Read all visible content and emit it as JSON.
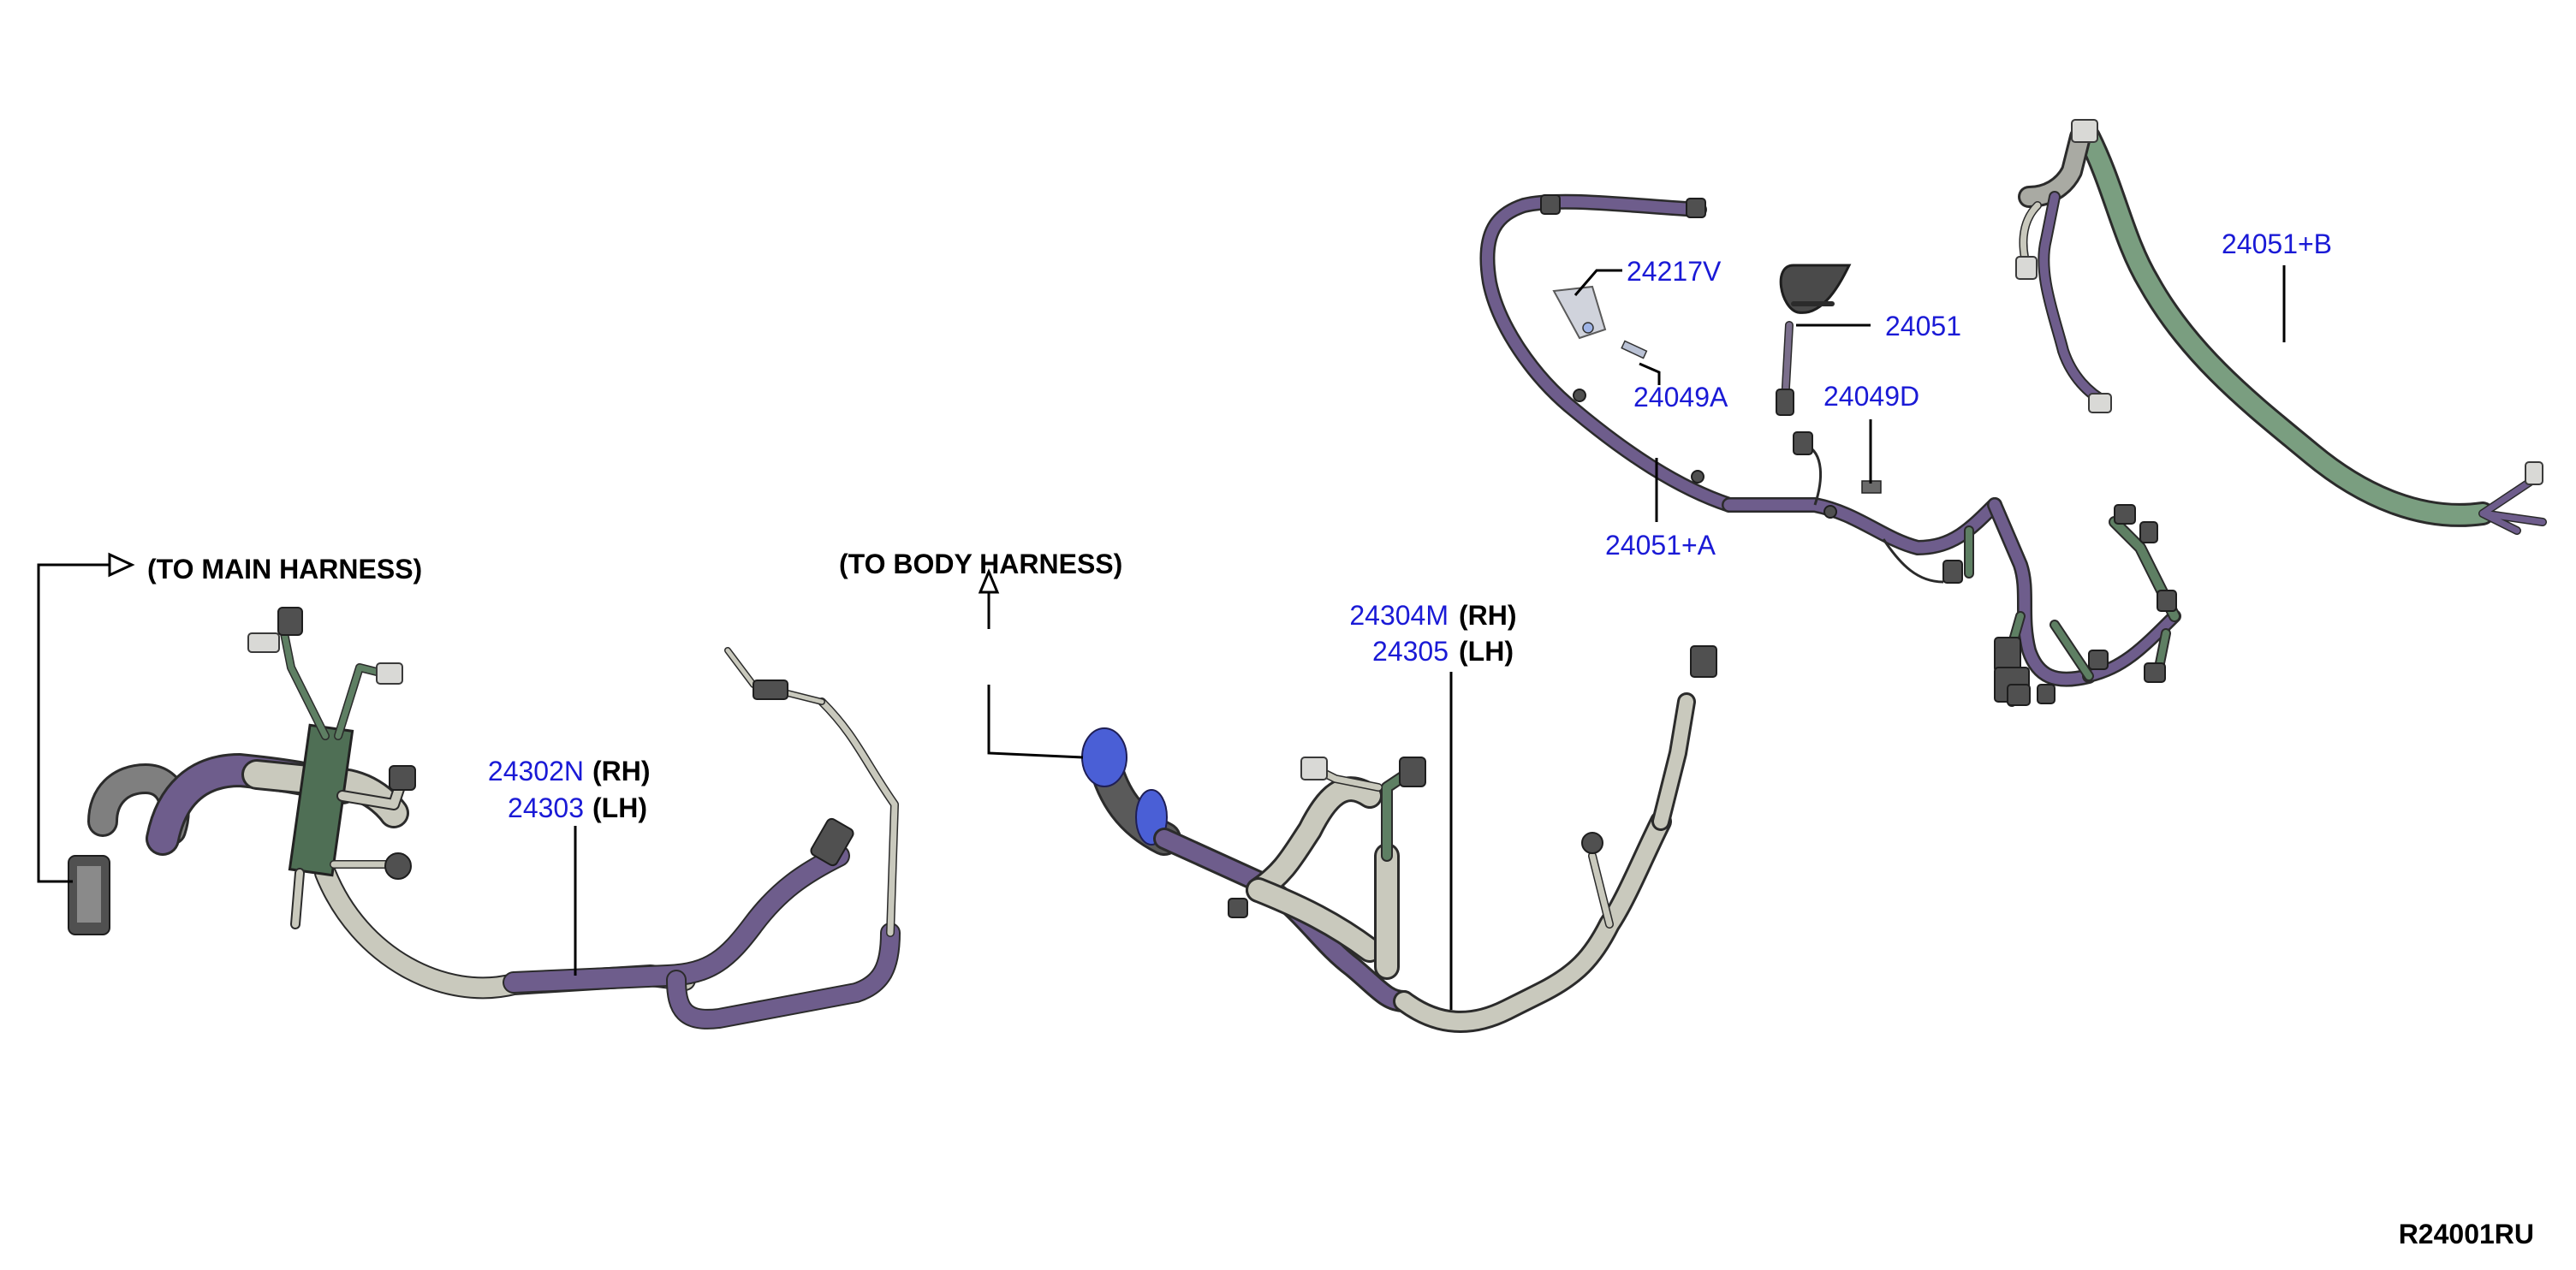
{
  "labels": {
    "to_main_harness": "(TO MAIN HARNESS)",
    "to_body_harness": "(TO BODY HARNESS)",
    "drawing_code": "R24001RU"
  },
  "parts": {
    "p24302N": "24302N",
    "p24303": "24303",
    "p24304M": "24304M",
    "p24305": "24305",
    "p24217V": "24217V",
    "p24051": "24051",
    "p24049A": "24049A",
    "p24049D": "24049D",
    "p24051A": "24051+A",
    "p24051B": "24051+B"
  },
  "side_labels": {
    "rh": "(RH)",
    "lh": "(LH)"
  },
  "colors": {
    "part_number": "#1a1ad6",
    "purple_harness": "#6e5d8c",
    "gray_harness": "#c9c9bd",
    "green_harness": "#5e7f63"
  }
}
